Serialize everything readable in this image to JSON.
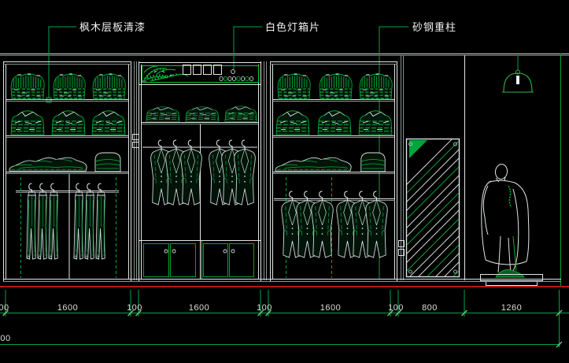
{
  "callouts": {
    "maple_shelf": "枫木层板清漆",
    "white_lightbox": "白色灯箱片",
    "steel_column": "砂钢重柱"
  },
  "dimensions": {
    "row1": [
      "00",
      "1600",
      "100",
      "1600",
      "100",
      "1600",
      "100",
      "800",
      "1260"
    ],
    "row2": [
      "00"
    ]
  },
  "colors": {
    "background": "#000000",
    "drawing_green": "#00c83c",
    "dimension_green": "#00a347",
    "structure_white": "#e2e6e6",
    "floor_red": "#b51717",
    "text": "#e4e4e4"
  }
}
